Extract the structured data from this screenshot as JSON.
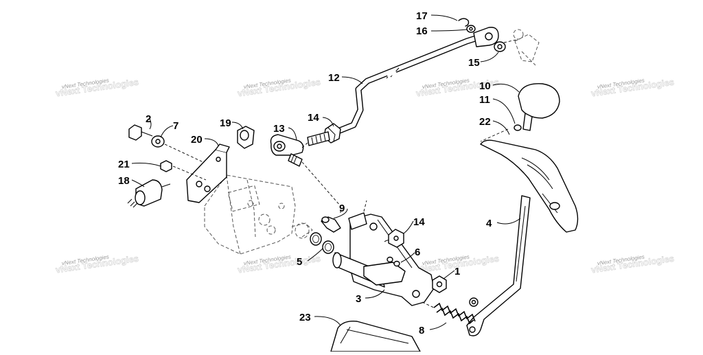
{
  "watermark": {
    "text": "vNext Technologies"
  },
  "callouts": [
    "17",
    "16",
    "15",
    "12",
    "10",
    "11",
    "22",
    "14",
    "13",
    "2",
    "7",
    "19",
    "20",
    "21",
    "18",
    "9",
    "14",
    "6",
    "1",
    "5",
    "3",
    "4",
    "8",
    "23"
  ]
}
